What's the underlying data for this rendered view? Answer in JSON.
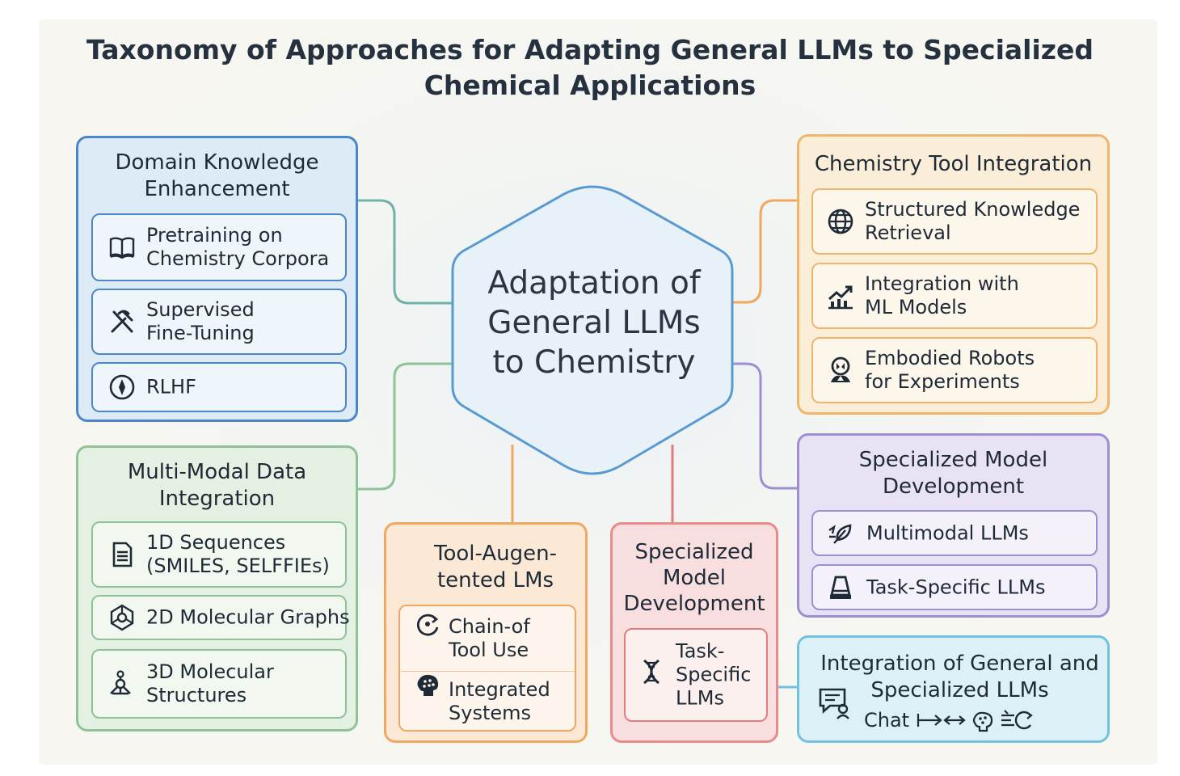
{
  "title": "Taxonomy of Approaches for Adapting General LLMs to Specialized Chemical Applications",
  "center": {
    "line1": "Adaptation of",
    "line2": "General LLMs",
    "line3": "to Chemistry"
  },
  "colors": {
    "blue": "#4a86c8",
    "green": "#8fc296",
    "orange": "#f0b46a",
    "purple": "#9e8fd3",
    "red": "#e07d7d",
    "cyan": "#72c2df"
  },
  "domain_knowledge": {
    "title1": "Domain Knowledge",
    "title2": "Enhancement",
    "items": [
      {
        "line1": "Pretraining on",
        "line2": "Chemistry Corpora",
        "icon": "book-icon"
      },
      {
        "line1": "Supervised",
        "line2": "Fine-Tuning",
        "icon": "tools-icon"
      },
      {
        "line1": "RLHF",
        "line2": "",
        "icon": "compass-icon"
      }
    ]
  },
  "multimodal": {
    "title1": "Multi-Modal Data",
    "title2": "Integration",
    "items": [
      {
        "line1": "1D Sequences",
        "line2": "(SMILES, SELFFIEs)",
        "icon": "document-icon"
      },
      {
        "line1": "2D Molecular Graphs",
        "line2": "",
        "icon": "graph-icon"
      },
      {
        "line1": "3D Molecular",
        "line2": "Structures",
        "icon": "molecule-icon"
      }
    ]
  },
  "tool_augmented": {
    "title1": "Tool-Augen-",
    "title2": "tented LMs",
    "items": [
      {
        "line1": "Chain-of",
        "line2": "Tool Use",
        "icon": "cycle-icon"
      },
      {
        "line1": "Integrated",
        "line2": "Systems",
        "icon": "brain-icon"
      }
    ]
  },
  "specialized_center": {
    "title1": "Specialized",
    "title2": "Model",
    "title3": "Development",
    "item": {
      "line1": "Task-",
      "line2": "Specific",
      "line3": "LLMs",
      "icon": "dna-icon"
    }
  },
  "tool_integration": {
    "title": "Chemistry Tool Integration",
    "items": [
      {
        "line1": "Structured Knowledge",
        "line2": "Retrieval",
        "icon": "globe-icon"
      },
      {
        "line1": "Integration with",
        "line2": "ML Models",
        "icon": "chart-icon"
      },
      {
        "line1": "Embodied Robots",
        "line2": "for Experiments",
        "icon": "robot-icon"
      }
    ]
  },
  "specialized_right": {
    "title1": "Specialized Model",
    "title2": "Development",
    "items": [
      {
        "line1": "Multimodal LLMs",
        "icon": "leaf-icon"
      },
      {
        "line1": "Task-Specific LLMs",
        "icon": "flask-icon"
      }
    ]
  },
  "integration": {
    "title1": "Integration of General and",
    "title2": "Specialized LLMs",
    "chat": "Chat"
  }
}
